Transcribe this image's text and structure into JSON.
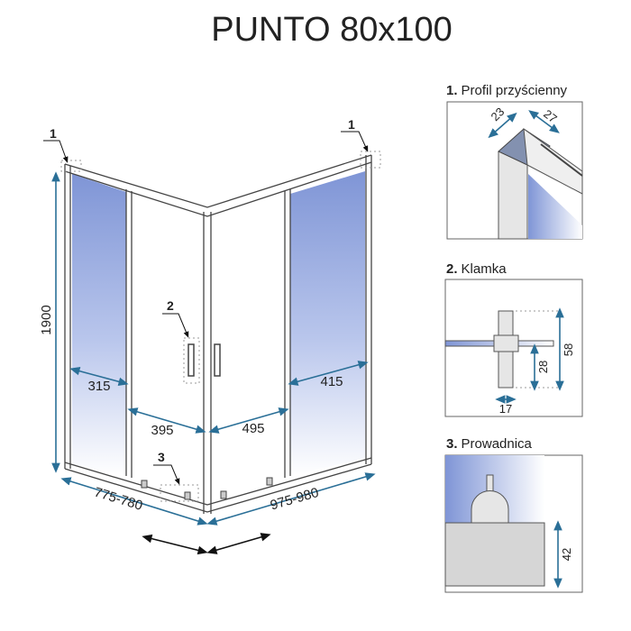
{
  "title": "PUNTO 80x100",
  "main_drawing": {
    "height_label": "1900",
    "callouts": [
      "1",
      "1",
      "2",
      "3"
    ],
    "dims": {
      "left_fixed": "315",
      "left_entry": "395",
      "right_entry": "495",
      "right_fixed": "415",
      "left_width": "775-780",
      "right_width": "975-980"
    }
  },
  "details": [
    {
      "number": "1.",
      "label": "Profil przyścienny",
      "dims": [
        "23",
        "27"
      ]
    },
    {
      "number": "2.",
      "label": "Klamka",
      "dims": [
        "58",
        "28",
        "17"
      ]
    },
    {
      "number": "3.",
      "label": "Prowadnica",
      "dims": [
        "42"
      ]
    }
  ],
  "colors": {
    "glass": "#7f95d6",
    "dimension": "#2a6f97",
    "frame": "#444444"
  }
}
